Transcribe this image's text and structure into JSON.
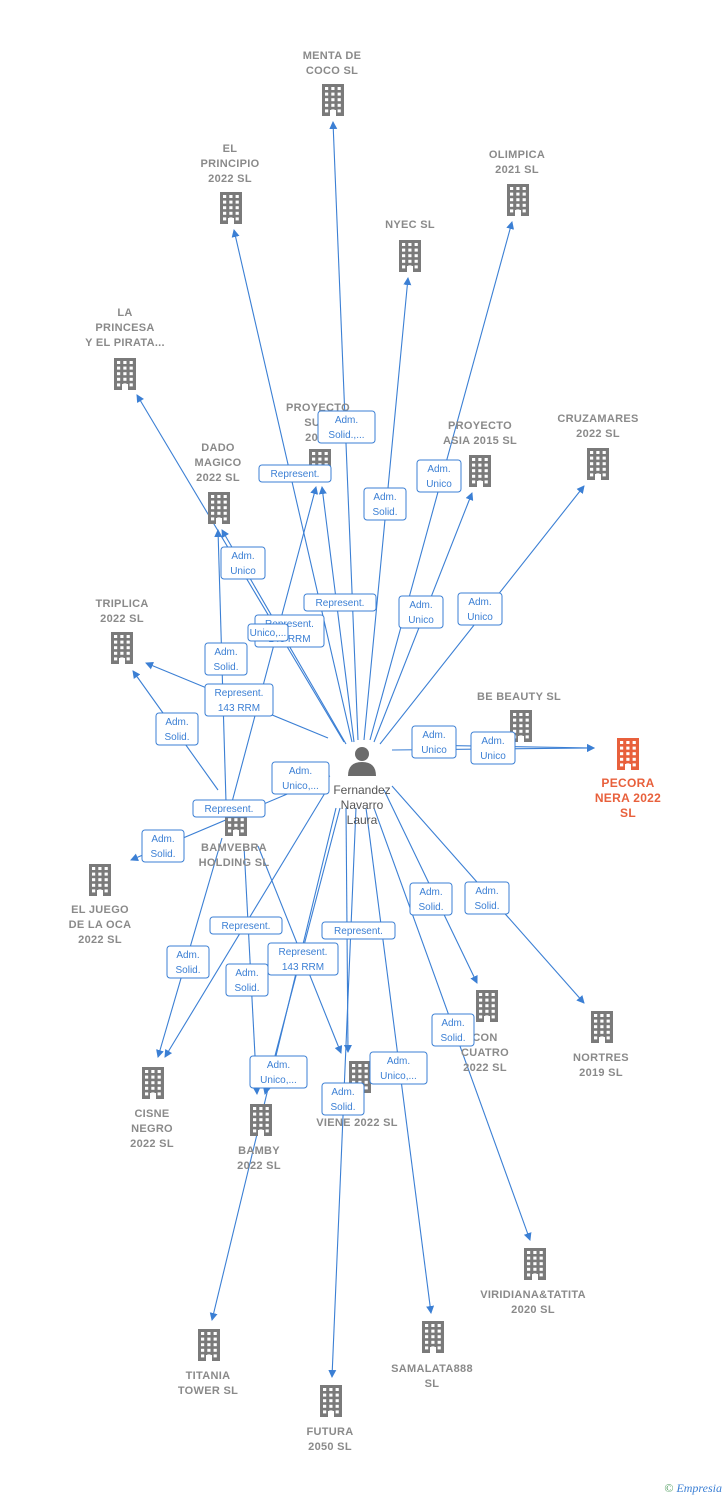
{
  "person": {
    "id": "fernandez",
    "label": [
      "Fernandez",
      "Navarro",
      "Laura"
    ]
  },
  "companies": [
    {
      "id": "menta",
      "label": [
        "MENTA DE",
        "COCO  SL"
      ]
    },
    {
      "id": "elprincipio",
      "label": [
        "EL",
        "PRINCIPIO",
        "2022  SL"
      ]
    },
    {
      "id": "olimpica",
      "label": [
        "OLIMPICA",
        "2021  SL"
      ]
    },
    {
      "id": "nyec",
      "label": [
        "NYEC SL"
      ]
    },
    {
      "id": "laprincesa",
      "label": [
        "LA",
        "PRINCESA",
        "Y EL PIRATA..."
      ]
    },
    {
      "id": "proyectosuri",
      "label": [
        "PROYECTO",
        "SURI",
        "2021"
      ]
    },
    {
      "id": "proyectoasia",
      "label": [
        "PROYECTO",
        "ASIA 2015  SL"
      ]
    },
    {
      "id": "cruzamares",
      "label": [
        "CRUZAMARES",
        "2022  SL"
      ]
    },
    {
      "id": "dadomagico",
      "label": [
        "DADO",
        "MAGICO",
        "2022  SL"
      ]
    },
    {
      "id": "triplica",
      "label": [
        "TRIPLICA",
        "2022  SL"
      ]
    },
    {
      "id": "bebeauty",
      "label": [
        "BE BEAUTY SL"
      ]
    },
    {
      "id": "pecora",
      "label": [
        "PECORA",
        "NERA 2022",
        "SL"
      ],
      "highlight": true
    },
    {
      "id": "bamvebra",
      "label": [
        "BAMVEBRA",
        "HOLDING  SL"
      ]
    },
    {
      "id": "eljuego",
      "label": [
        "EL JUEGO",
        "DE LA OCA",
        "2022  SL"
      ]
    },
    {
      "id": "con",
      "label": [
        "CON",
        "CUATRO",
        "2022  SL"
      ]
    },
    {
      "id": "nortres",
      "label": [
        "NORTRES",
        "2019  SL"
      ]
    },
    {
      "id": "cisne",
      "label": [
        "CISNE",
        "NEGRO",
        "2022  SL"
      ]
    },
    {
      "id": "bamby",
      "label": [
        "BAMBY",
        "2022  SL"
      ]
    },
    {
      "id": "viene",
      "label": [
        "O",
        "VIENE 2022  SL"
      ]
    },
    {
      "id": "viridiana",
      "label": [
        "VIRIDIANA&TATITA",
        "2020  SL"
      ]
    },
    {
      "id": "titania",
      "label": [
        "TITANIA",
        "TOWER  SL"
      ]
    },
    {
      "id": "samalata",
      "label": [
        "SAMALATA888",
        "SL"
      ]
    },
    {
      "id": "futura",
      "label": [
        "FUTURA",
        "2050  SL"
      ]
    }
  ],
  "relations": [
    {
      "id": "r1",
      "lines": [
        "Adm.",
        "Solid.,..."
      ]
    },
    {
      "id": "r2",
      "lines": [
        "Represent."
      ]
    },
    {
      "id": "r3",
      "lines": [
        "Adm.",
        "Unico"
      ]
    },
    {
      "id": "r4",
      "lines": [
        "Adm.",
        "Solid."
      ]
    },
    {
      "id": "r5",
      "lines": [
        "Adm.",
        "Unico"
      ]
    },
    {
      "id": "r6",
      "lines": [
        "Represent."
      ]
    },
    {
      "id": "r7",
      "lines": [
        "Adm.",
        "Unico"
      ]
    },
    {
      "id": "r8",
      "lines": [
        "Adm.",
        "Unico"
      ]
    },
    {
      "id": "r9",
      "lines": [
        "Represent.",
        "143 RRM"
      ]
    },
    {
      "id": "r10",
      "lines": [
        "Unico,..."
      ]
    },
    {
      "id": "r11",
      "lines": [
        "Adm.",
        "Solid."
      ]
    },
    {
      "id": "r12",
      "lines": [
        "Represent.",
        "143 RRM"
      ]
    },
    {
      "id": "r13",
      "lines": [
        "Adm.",
        "Solid."
      ]
    },
    {
      "id": "r14",
      "lines": [
        "Adm.",
        "Unico"
      ]
    },
    {
      "id": "r15",
      "lines": [
        "Adm.",
        "Unico"
      ]
    },
    {
      "id": "r16",
      "lines": [
        "Adm.",
        "Unico,..."
      ]
    },
    {
      "id": "r17",
      "lines": [
        "Represent."
      ]
    },
    {
      "id": "r18",
      "lines": [
        "Adm.",
        "Solid."
      ]
    },
    {
      "id": "r19",
      "lines": [
        "Adm.",
        "Solid."
      ]
    },
    {
      "id": "r20",
      "lines": [
        "Adm.",
        "Solid."
      ]
    },
    {
      "id": "r21",
      "lines": [
        "Represent."
      ]
    },
    {
      "id": "r22",
      "lines": [
        "Represent.",
        "143 RRM"
      ]
    },
    {
      "id": "r23",
      "lines": [
        "Represent."
      ]
    },
    {
      "id": "r24",
      "lines": [
        "Adm.",
        "Solid."
      ]
    },
    {
      "id": "r25",
      "lines": [
        "Adm.",
        "Solid."
      ]
    },
    {
      "id": "r26",
      "lines": [
        "Adm.",
        "Solid."
      ]
    },
    {
      "id": "r27",
      "lines": [
        "Adm.",
        "Unico,..."
      ]
    },
    {
      "id": "r28",
      "lines": [
        "Adm.",
        "Unico,..."
      ]
    },
    {
      "id": "r29",
      "lines": [
        "Adm.",
        "Solid."
      ]
    }
  ],
  "edges": [
    [
      "fernandez",
      "menta"
    ],
    [
      "fernandez",
      "elprincipio"
    ],
    [
      "fernandez",
      "olimpica"
    ],
    [
      "fernandez",
      "nyec"
    ],
    [
      "fernandez",
      "laprincesa"
    ],
    [
      "fernandez",
      "proyectosuri"
    ],
    [
      "fernandez",
      "proyectoasia"
    ],
    [
      "fernandez",
      "cruzamares"
    ],
    [
      "fernandez",
      "dadomagico"
    ],
    [
      "fernandez",
      "triplica"
    ],
    [
      "fernandez",
      "pecora"
    ],
    [
      "bebeauty",
      "pecora"
    ],
    [
      "fernandez",
      "eljuego"
    ],
    [
      "fernandez",
      "con"
    ],
    [
      "fernandez",
      "nortres"
    ],
    [
      "fernandez",
      "cisne"
    ],
    [
      "fernandez",
      "bamby"
    ],
    [
      "fernandez",
      "viene"
    ],
    [
      "fernandez",
      "viridiana"
    ],
    [
      "fernandez",
      "titania"
    ],
    [
      "fernandez",
      "samalata"
    ],
    [
      "fernandez",
      "futura"
    ],
    [
      "bamvebra",
      "proyectosuri"
    ],
    [
      "bamvebra",
      "dadomagico"
    ],
    [
      "bamvebra",
      "triplica"
    ],
    [
      "bamvebra",
      "cisne"
    ],
    [
      "bamvebra",
      "bamby"
    ],
    [
      "bamvebra",
      "viene"
    ]
  ],
  "colors": {
    "edge": "#3b7fd4",
    "building": "#7a7a7a",
    "highlight": "#e8603c",
    "person": "#6b6b6b"
  },
  "footer": {
    "symbol": "©",
    "brand": "Empresia"
  }
}
